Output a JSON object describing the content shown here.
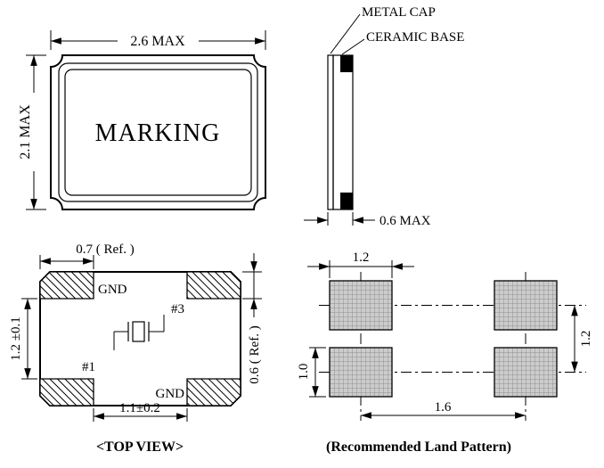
{
  "views": {
    "package_top": {
      "marking": "MARKING",
      "dim_width": "2.6 MAX",
      "dim_height": "2.1 MAX"
    },
    "package_side": {
      "label_metal_cap": "METAL CAP",
      "label_ceramic_base": "CERAMIC BASE",
      "dim_thickness": "0.6 MAX"
    },
    "pad_top_view": {
      "caption": "<TOP VIEW>",
      "label_gnd_top": "GND",
      "label_gnd_bottom": "GND",
      "label_pin1": "#1",
      "label_pin3": "#3",
      "dim_pad_width": "0.7 ( Ref. )",
      "dim_inner_height": "1.2 ±0.1",
      "dim_pad_height": "0.6 ( Ref. )",
      "dim_inner_width": "1.1±0.2"
    },
    "land_pattern": {
      "caption": "(Recommended Land Pattern)",
      "dim_pad_width": "1.2",
      "dim_row_pitch": "1.2",
      "dim_pad_height": "1.0",
      "dim_col_pitch": "1.6"
    }
  },
  "colors": {
    "line": "#000000",
    "pad_fill": "#cccccc",
    "background": "#ffffff"
  }
}
